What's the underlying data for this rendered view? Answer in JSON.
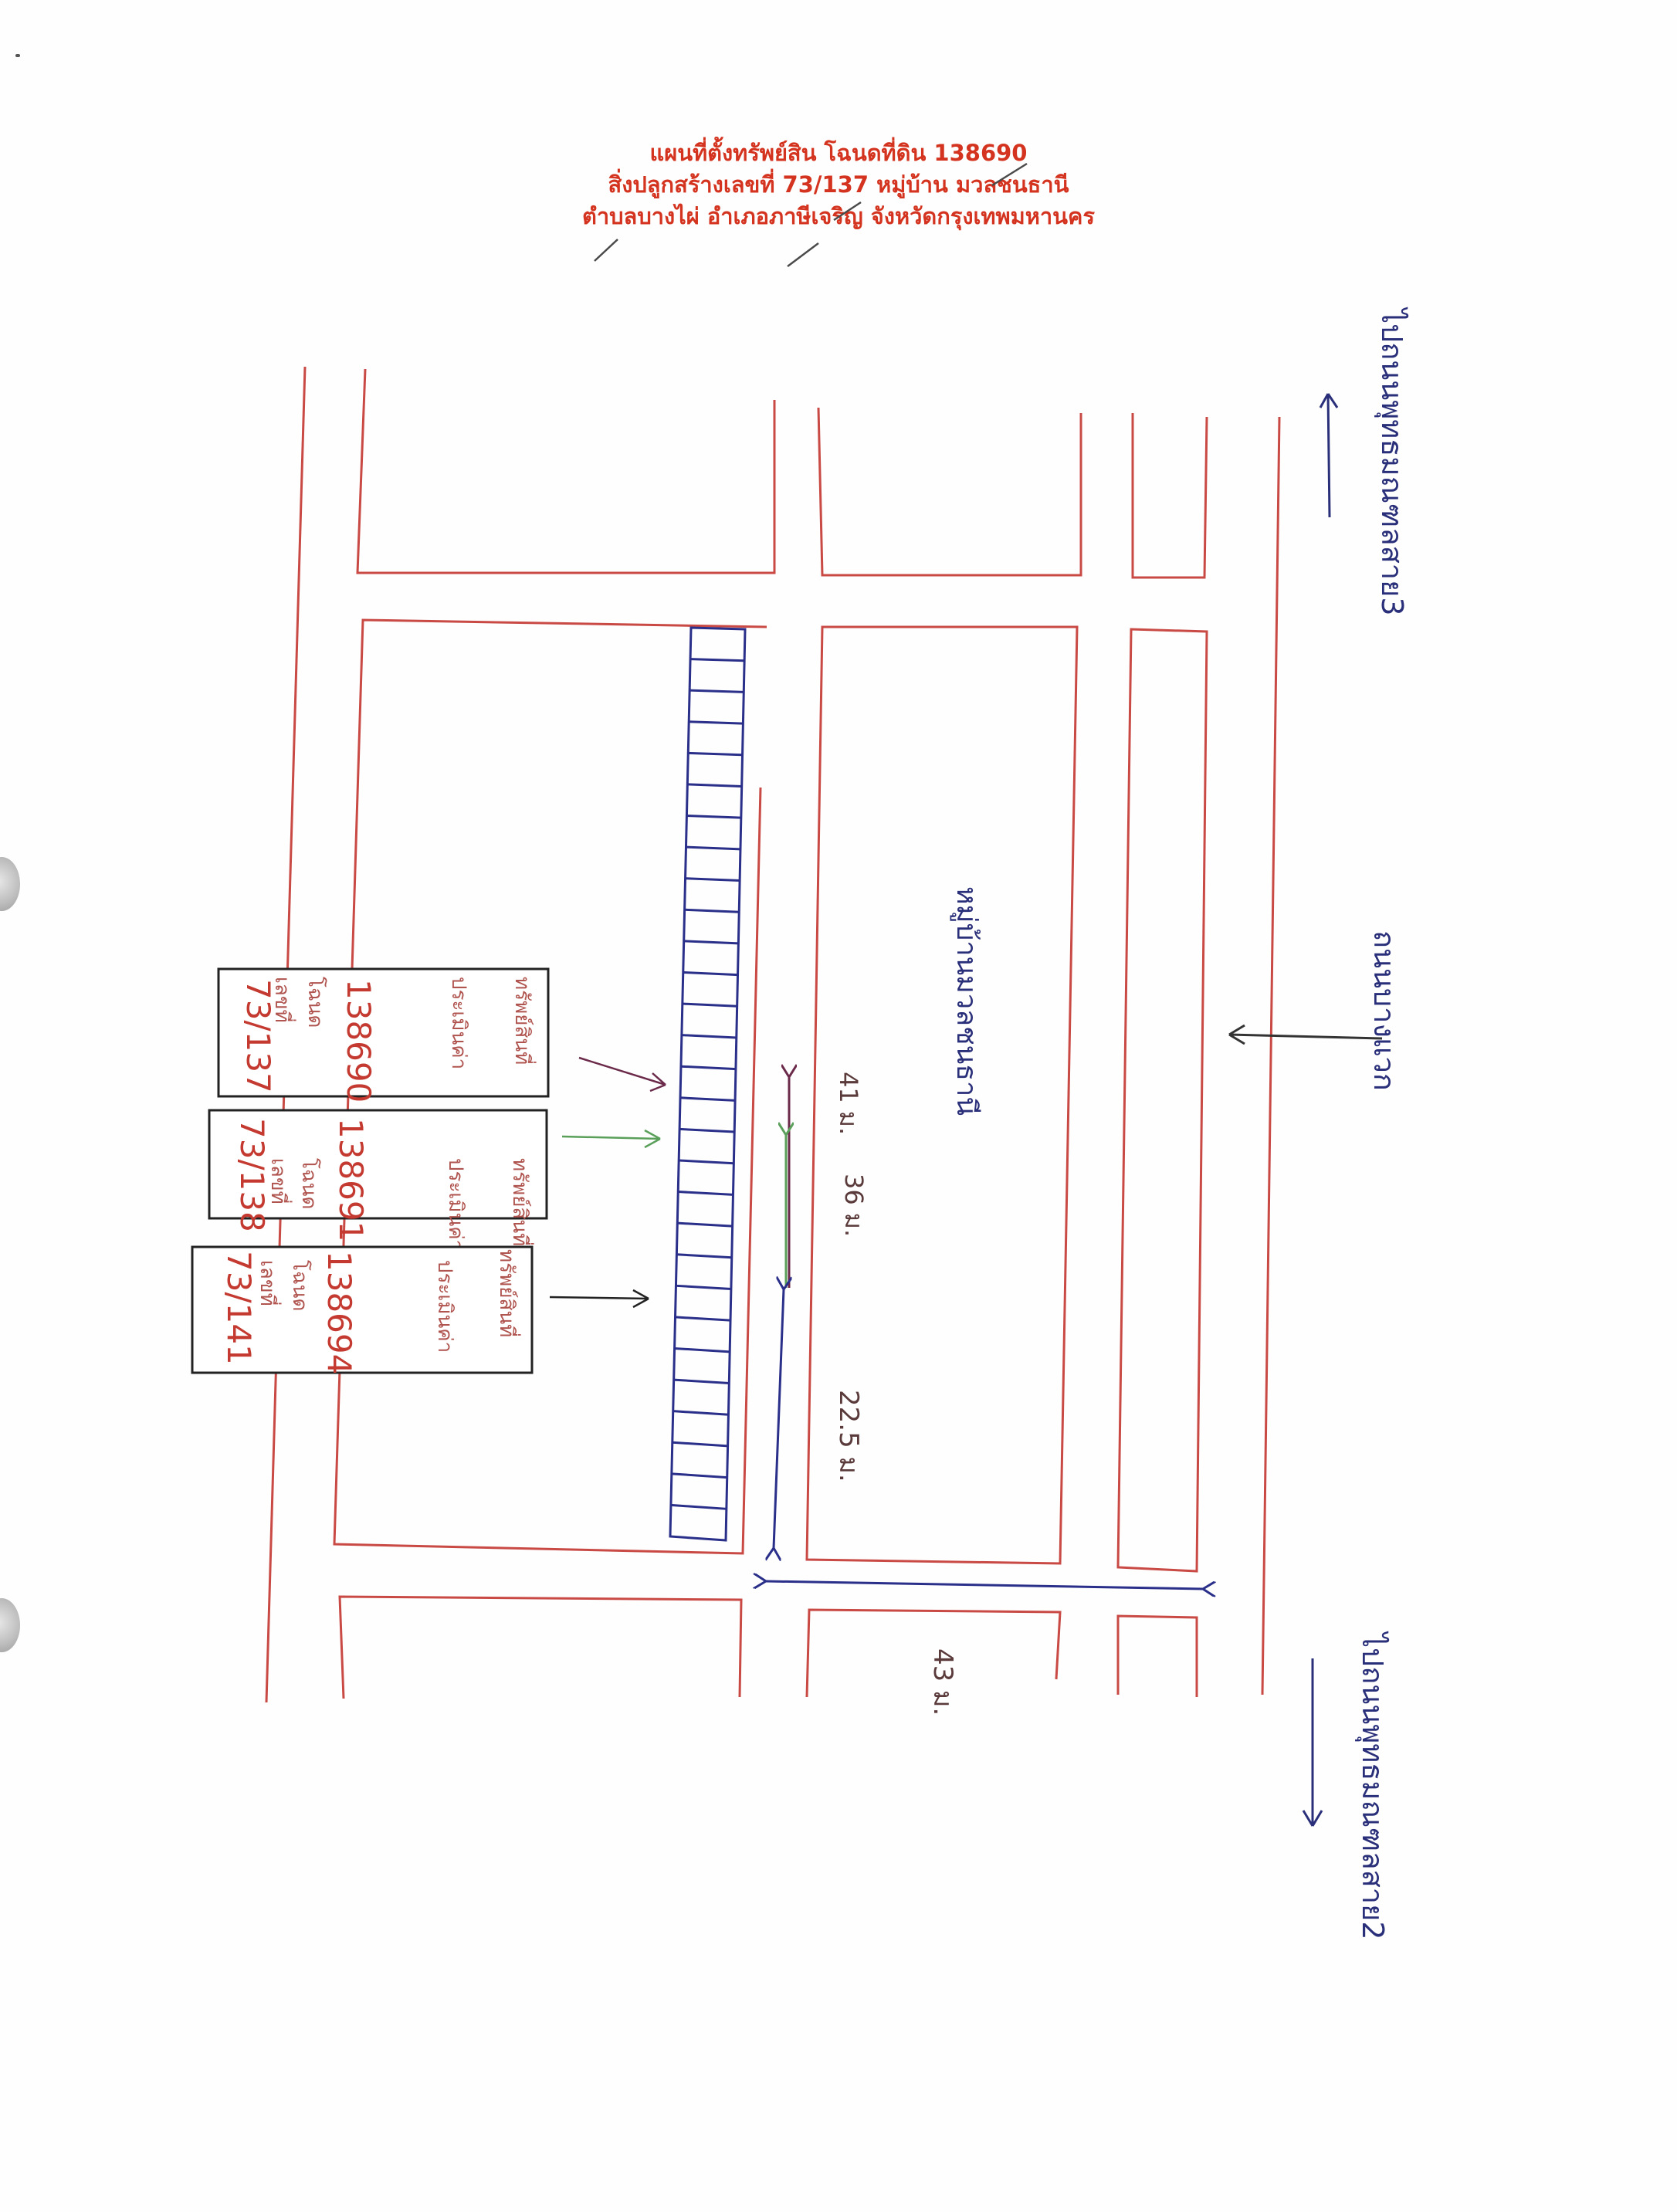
{
  "title": {
    "line1": "แผนที่ตั้งทรัพย์สิน โฉนดที่ดิน 138690",
    "line2": "สิ่งปลูกสร้างเลขที่ 73/137  หมู่บ้าน มวลชนธานี",
    "line3": "ตำบลบางไผ่ อำเภอภาษีเจริญ จังหวัดกรุงเทพมหานคร"
  },
  "labels": {
    "road_top": "ไปถนนพุทธมณฑลสาย3",
    "road_bottom": "ไปถนนพุทธมณฑลสาย2",
    "main_road": "ถนนบางแวก",
    "village": "หมู่บ้านมวลชนธานี"
  },
  "measurements": {
    "m41": "41 ม.",
    "m36": "36 ม.",
    "m225": "22.5 ม.",
    "m43": "43 ม."
  },
  "properties": [
    {
      "line1": "ทรัพย์สินที่",
      "line2": "ประเมินค่า",
      "deed_label": "โฉนด",
      "deed": "138690",
      "house_label": "เลขที่",
      "house": "73/137"
    },
    {
      "line1": "ทรัพย์สินที่",
      "line2": "ประเมินค่า",
      "deed_label": "โฉนด",
      "deed": "138691",
      "house_label": "เลขที่",
      "house": "73/138"
    },
    {
      "line1": "ทรัพย์สินที่",
      "line2": "ประเมินค่า",
      "deed_label": "โฉนด",
      "deed": "138694",
      "house_label": "เลขที่",
      "house": "73/141"
    }
  ],
  "colors": {
    "road_line": "#c94a45",
    "plot_line": "#2a2f8a",
    "arrow_dark": "#222222",
    "arrow_purple": "#6b2a4a",
    "arrow_green": "#5aa05a",
    "title": "#d4341f",
    "ink": "#2a2f7a"
  },
  "plot_units": 29
}
